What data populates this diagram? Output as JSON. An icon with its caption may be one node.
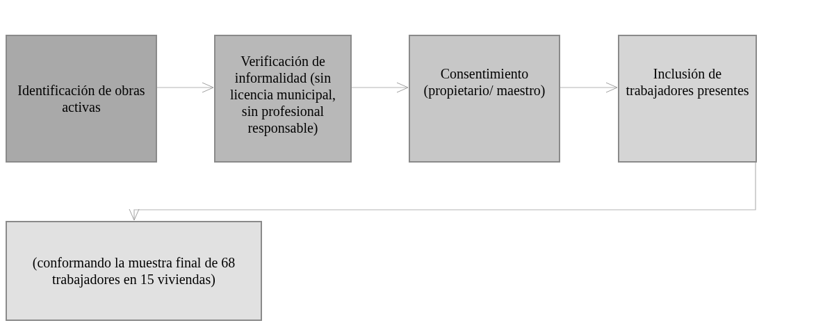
{
  "diagram": {
    "nodes": [
      {
        "text": [
          "Identificación de obras activas"
        ]
      },
      {
        "text": [
          "Verificación de informalidad (sin licencia municipal, sin profesional responsable)"
        ]
      },
      {
        "text": [
          "Consentimiento (propietario/ maestro)"
        ]
      },
      {
        "text": [
          "Inclusión de trabajadores presentes"
        ]
      },
      {
        "text": [
          "(conformando la muestra final de 68 trabajadores en 15 viviendas)"
        ]
      }
    ],
    "edges": [
      {
        "from": 0,
        "to": 1,
        "arrow": "to"
      },
      {
        "from": 1,
        "to": 2,
        "arrow": "to"
      },
      {
        "from": 2,
        "to": 3,
        "arrow": "to"
      },
      {
        "from": 3,
        "to": 4,
        "arrow": "to"
      }
    ]
  }
}
